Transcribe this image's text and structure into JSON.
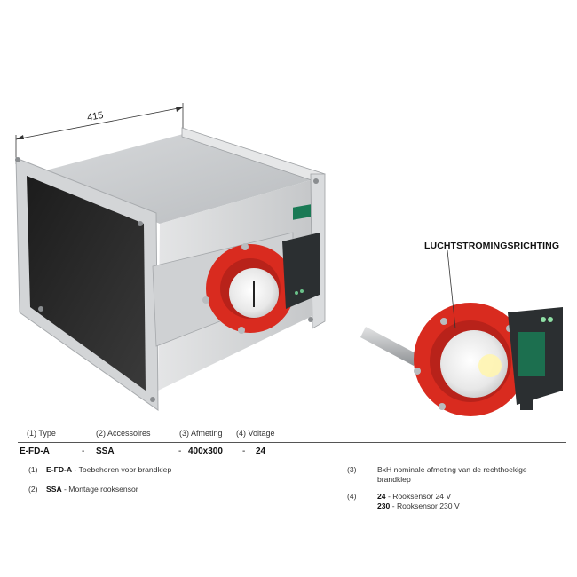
{
  "dimension_label": "415",
  "airflow_label": "LUCHTSTROMINGSRICHTING",
  "order_code": {
    "headers": [
      "(1) Type",
      "(2) Accessoires",
      "(3) Afmeting",
      "(4) Voltage"
    ],
    "values": {
      "type": "E-FD-A",
      "sep1": "-",
      "accessory": "SSA",
      "sep2": "-",
      "size": "400x300",
      "sep3": "-",
      "voltage": "24"
    }
  },
  "notes": {
    "n1": {
      "num": "(1)",
      "code": "E-FD-A",
      "text": " - Toebehoren voor brandklep"
    },
    "n2": {
      "num": "(2)",
      "code": "SSA",
      "text": " - Montage rooksensor"
    },
    "n3": {
      "num": "(3)",
      "line1": "BxH nominale afmeting van de rechthoekige",
      "line2": "brandklep"
    },
    "n4": {
      "num": "(4)",
      "a_code": "24",
      "a_text": " - Rooksensor 24 V",
      "b_code": "230",
      "b_text": " - Rooksensor 230 V"
    }
  },
  "colors": {
    "sensor_red": "#d92b1f",
    "module_dark": "#2b2f31",
    "duct_steel": "#c9cbcd"
  }
}
